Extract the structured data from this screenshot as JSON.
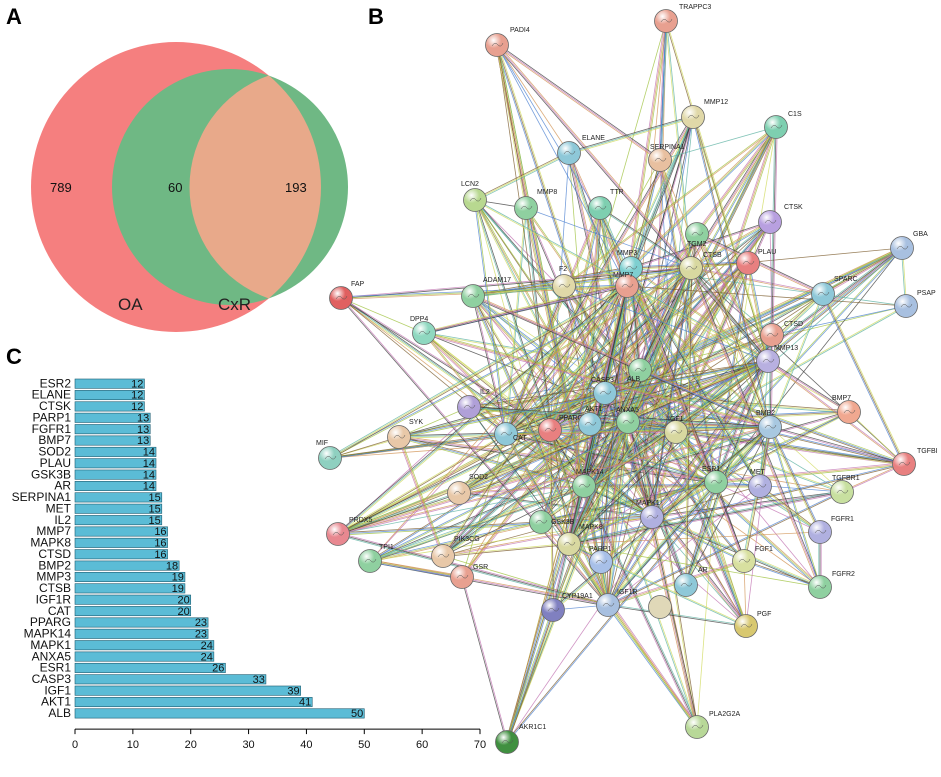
{
  "panels": {
    "a": "A",
    "b": "B",
    "c": "C"
  },
  "venn": {
    "sets": [
      {
        "name": "OA",
        "color": "#f57f7f"
      },
      {
        "name": "CxR",
        "color": "#6fb884"
      }
    ],
    "only_a": "789",
    "both": "60",
    "only_b": "193",
    "overlap_color": "#e8a98a"
  },
  "chart_data": {
    "type": "bar",
    "orientation": "horizontal",
    "categories": [
      "ESR2",
      "ELANE",
      "CTSK",
      "PARP1",
      "FGFR1",
      "BMP7",
      "SOD2",
      "PLAU",
      "GSK3B",
      "AR",
      "SERPINA1",
      "MET",
      "IL2",
      "MMP7",
      "MAPK8",
      "CTSD",
      "BMP2",
      "MMP3",
      "CTSB",
      "IGF1R",
      "CAT",
      "PPARG",
      "MAPK14",
      "MAPK1",
      "ANXA5",
      "ESR1",
      "CASP3",
      "IGF1",
      "AKT1",
      "ALB"
    ],
    "values": [
      12,
      12,
      12,
      13,
      13,
      13,
      14,
      14,
      14,
      14,
      15,
      15,
      15,
      16,
      16,
      16,
      18,
      19,
      19,
      20,
      20,
      23,
      23,
      24,
      24,
      26,
      33,
      39,
      41,
      50
    ],
    "xlim": [
      0,
      70
    ],
    "xticks": [
      0,
      10,
      20,
      30,
      40,
      50,
      60,
      70
    ],
    "bar_color": "#5bbcd6",
    "grid": false
  },
  "network": {
    "nodes": [
      {
        "id": "TRAPPC3",
        "color": "#e8a090"
      },
      {
        "id": "PADI4",
        "color": "#e8a090"
      },
      {
        "id": "MMP12",
        "color": "#e0d8a8"
      },
      {
        "id": "C1S",
        "color": "#7ecfb0"
      },
      {
        "id": "ELANE",
        "color": "#8ec8d8"
      },
      {
        "id": "SERPINA1",
        "color": "#e8c0a0"
      },
      {
        "id": "LCN2",
        "color": "#b8d890"
      },
      {
        "id": "MMP8",
        "color": "#8fd0a0"
      },
      {
        "id": "TTR",
        "color": "#7ecfb0"
      },
      {
        "id": "TGM2",
        "color": "#8fd0a0"
      },
      {
        "id": "CTSK",
        "color": "#b8a0e0"
      },
      {
        "id": "GBA",
        "color": "#a8c0e0"
      },
      {
        "id": "FAP",
        "color": "#e06060"
      },
      {
        "id": "ADAM17",
        "color": "#8fd0a0"
      },
      {
        "id": "F2",
        "color": "#e0d8a8"
      },
      {
        "id": "MMP3",
        "color": "#7ecfd0"
      },
      {
        "id": "MMP7",
        "color": "#e8a090"
      },
      {
        "id": "CTSB",
        "color": "#d8d8a0"
      },
      {
        "id": "PLAU",
        "color": "#e88080"
      },
      {
        "id": "SPARC",
        "color": "#8ec8d8"
      },
      {
        "id": "PSAP",
        "color": "#a8c0e0"
      },
      {
        "id": "DPP4",
        "color": "#8fd8c0"
      },
      {
        "id": "CTSD",
        "color": "#e8a090"
      },
      {
        "id": "MMP13",
        "color": "#b8b0e0"
      },
      {
        "id": "ALB",
        "color": "#8fd0a0"
      },
      {
        "id": "CASP3",
        "color": "#8ec8d8"
      },
      {
        "id": "IL2",
        "color": "#b0a0d8"
      },
      {
        "id": "BMP7",
        "color": "#f0a890"
      },
      {
        "id": "SYK",
        "color": "#e8c8a8"
      },
      {
        "id": "CAT",
        "color": "#8ec8d8"
      },
      {
        "id": "PPARG",
        "color": "#e88080"
      },
      {
        "id": "AKT1",
        "color": "#8ec8d8"
      },
      {
        "id": "ANXA5",
        "color": "#8fd0a0"
      },
      {
        "id": "IGF1",
        "color": "#d8d8a0"
      },
      {
        "id": "BMP2",
        "color": "#a8c8e0"
      },
      {
        "id": "TGFBI",
        "color": "#e88080"
      },
      {
        "id": "MIF",
        "color": "#8fd0c0"
      },
      {
        "id": "SOD2",
        "color": "#e8c8a8"
      },
      {
        "id": "MAPK14",
        "color": "#8fd0a0"
      },
      {
        "id": "ESR1",
        "color": "#8fd0a0"
      },
      {
        "id": "MET",
        "color": "#b0b0e0"
      },
      {
        "id": "TGFBR1",
        "color": "#c8e0a0"
      },
      {
        "id": "PRDX5",
        "color": "#e88890"
      },
      {
        "id": "GSK3B",
        "color": "#8fd0a0"
      },
      {
        "id": "MAPK1",
        "color": "#b0b0e0"
      },
      {
        "id": "MAPK8",
        "color": "#d8d8a0"
      },
      {
        "id": "FGFR1",
        "color": "#b0b0e0"
      },
      {
        "id": "TPI1",
        "color": "#8fd0a0"
      },
      {
        "id": "PIK3CG",
        "color": "#e8c8a8"
      },
      {
        "id": "GSR",
        "color": "#e8a090"
      },
      {
        "id": "PARP1",
        "color": "#a8c0e8"
      },
      {
        "id": "FGF1",
        "color": "#d8e0a0"
      },
      {
        "id": "AR",
        "color": "#8ec8d8"
      },
      {
        "id": "FGFR2",
        "color": "#8fd0a0"
      },
      {
        "id": "CYP19A1",
        "color": "#8080c0"
      },
      {
        "id": "IGF1R",
        "color": "#a8c0e0"
      },
      {
        "id": "PGF",
        "color": "#d8c870"
      },
      {
        "id": "AKR1C1",
        "color": "#409040"
      },
      {
        "id": "PLA2G2A",
        "color": "#b8d898"
      }
    ]
  }
}
